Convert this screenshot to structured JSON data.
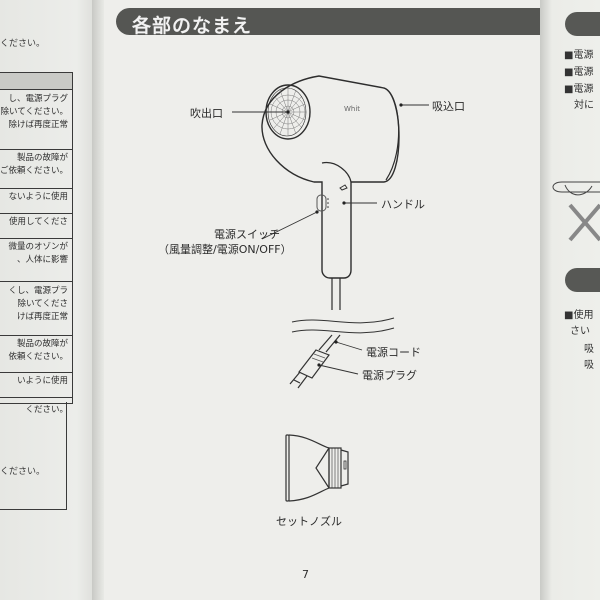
{
  "left_page": {
    "top_text": "ください。",
    "table_rows": [
      {
        "lines": [
          "し、電源プラグ",
          "除いてください。",
          "除けば再度正常"
        ]
      },
      {
        "lines": [
          "製品の故障が",
          "ご依頼ください。"
        ]
      },
      {
        "lines": [
          "ないように使用"
        ]
      },
      {
        "lines": [
          "使用してくださ"
        ]
      },
      {
        "lines": [
          "微量のオゾンが",
          "、人体に影響"
        ]
      },
      {
        "lines": [
          "くし、電源プラ",
          "除いてくださ",
          "けば再度正常"
        ]
      },
      {
        "lines": [
          "製品の故障が",
          "依頼ください。"
        ]
      },
      {
        "lines": [
          "いように使用"
        ]
      },
      {
        "lines": [
          "ください。"
        ]
      }
    ],
    "box2_text": "ください。"
  },
  "center_page": {
    "section_title": "各部のなまえ",
    "parts": {
      "outlet": "吹出口",
      "inlet": "吸込口",
      "handle": "ハンドル",
      "switch_line1": "電源スイッチ",
      "switch_line2": "（風量調整/電源ON/OFF）",
      "cord": "電源コード",
      "plug": "電源プラグ",
      "nozzle": "セットノズル"
    },
    "brand_mark": "Whit",
    "page_number": "7"
  },
  "right_page": {
    "bullets": [
      "■電源",
      "■電源",
      "■電源",
      "対に"
    ],
    "bullets2": [
      "■使用",
      "さい",
      "吸",
      "吸"
    ]
  }
}
